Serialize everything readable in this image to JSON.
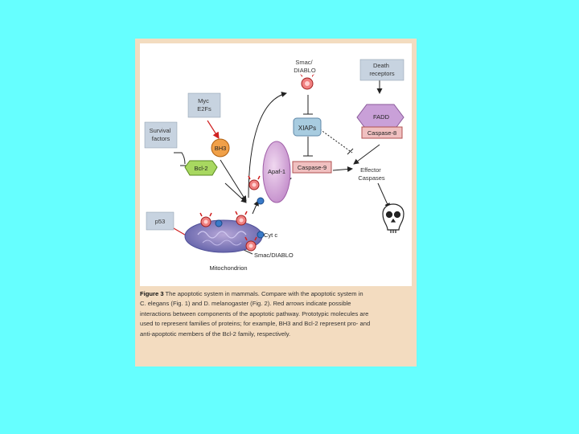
{
  "diagram": {
    "nodes": {
      "smac_top": "Smac/\nDIABLO",
      "death_receptors": "Death\nreceptors",
      "myc": "Myc\nE2Fs",
      "survival": "Survival\nfactors",
      "bh3": "BH3",
      "bcl2": "Bcl-2",
      "xiaps": "XIAPs",
      "fadd": "FADD",
      "caspase8": "Caspase-8",
      "apaf1": "Apaf-1",
      "caspase9": "Caspase-9",
      "effector": "Effector\nCaspases",
      "p53": "p53",
      "cytc": "Cyt c",
      "smac_bottom": "Smac/DIABLO",
      "mitochondrion": "Mitochondrion"
    }
  },
  "caption": {
    "figure_label": "Figure 3",
    "lines": [
      "The apoptotic system in mammals. Compare with the apoptotic system in",
      "C. elegans (Fig. 1) and D. melanogaster (Fig. 2). Red arrows indicate possible",
      "interactions between components of the apoptotic pathway. Prototypic molecules are",
      "used to represent families of proteins; for example, BH3 and Bcl-2 represent pro- and",
      "anti-apoptotic members of the Bcl-2 family, respectively."
    ]
  },
  "colors": {
    "page_background": "#66ffff",
    "figure_background": "#f3dcc0",
    "label_box": "#c7d3e0",
    "bh3": "#f0a048",
    "bcl2": "#a8d860",
    "xiaps": "#a8cce0",
    "fadd": "#c9a0d8",
    "caspase": "#f0c0c0",
    "apaf1": "#d8a8d8",
    "mitochondrion": "#8a86c8",
    "red_arrow": "#d02020"
  }
}
